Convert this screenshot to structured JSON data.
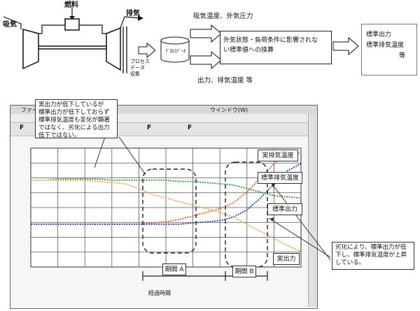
{
  "top": {
    "intake": "吸気",
    "fuel": "燃料",
    "exhaust": "排気",
    "process_label": [
      "プロセス",
      "データ",
      "収集"
    ],
    "db_label": "ﾌﾟﾛｾｽﾃﾞｰﾀ",
    "upper_inputs": "吸気温度、外気圧力",
    "lower_inputs": "出力、排気温度  等",
    "conversion": [
      "外気状態・負荷条件に影響されな",
      "い標準値への換算"
    ],
    "outputs": [
      "標準出力",
      "標準排気温度",
      "等"
    ]
  },
  "window": {
    "menu": [
      "ファイ",
      "ウインドウ(W)"
    ]
  },
  "callouts": {
    "top_left": [
      "実出力が低下しているが",
      "標準出力が低下しておらず",
      "標準排気温度も変化が顕著",
      "ではなく、劣化による出力",
      "低下ではない。"
    ],
    "right": [
      "劣化により、標準出力が低",
      "下し、標準排気温度が上昇",
      "している。"
    ]
  },
  "series_labels": {
    "actual_exhaust": "実排気温度",
    "std_exhaust": "標準排気温度",
    "std_output": "標準出力",
    "actual_output": "実出力"
  },
  "periods": {
    "a": "期間 A",
    "b": "期間 B"
  },
  "xlabel": "経過時間",
  "colors": {
    "actual_exhaust": "#e8602a",
    "std_exhaust": "#2a3aa8",
    "std_output": "#2f9a2f",
    "actual_output": "#f2a450"
  },
  "chart_data": {
    "type": "line",
    "xlabel": "経過時間",
    "ylabel": "",
    "x": [
      0,
      1,
      2,
      3,
      4,
      5,
      6,
      7,
      8,
      9,
      10,
      11,
      12,
      13,
      14,
      15,
      16,
      17,
      18,
      19,
      20
    ],
    "xlim": [
      0,
      20
    ],
    "ylim": [
      0,
      10
    ],
    "grid": true,
    "series": [
      {
        "name": "実排気温度",
        "values": [
          3.6,
          3.6,
          3.6,
          3.6,
          3.6,
          3.6,
          3.6,
          3.6,
          3.6,
          3.7,
          3.8,
          4.0,
          4.3,
          4.6,
          4.9,
          5.4,
          6.3,
          7.5,
          8.7,
          9.4,
          9.6
        ]
      },
      {
        "name": "標準排気温度",
        "values": [
          3.6,
          3.6,
          3.6,
          3.6,
          3.6,
          3.6,
          3.6,
          3.6,
          3.6,
          3.6,
          3.6,
          3.6,
          3.7,
          3.8,
          3.9,
          4.2,
          4.8,
          5.8,
          7.0,
          8.1,
          8.7
        ]
      },
      {
        "name": "標準出力",
        "values": [
          7.3,
          7.3,
          7.4,
          7.4,
          7.4,
          7.4,
          7.3,
          7.3,
          7.3,
          7.3,
          7.3,
          7.2,
          7.2,
          7.1,
          7.0,
          6.9,
          6.6,
          6.3,
          6.0,
          5.9,
          5.8
        ]
      },
      {
        "name": "実出力",
        "values": [
          7.3,
          7.3,
          7.3,
          7.3,
          7.3,
          7.2,
          7.1,
          7.0,
          6.6,
          6.1,
          5.8,
          5.5,
          5.2,
          4.9,
          4.6,
          4.2,
          3.6,
          3.0,
          2.4,
          1.8,
          1.3
        ]
      }
    ]
  }
}
